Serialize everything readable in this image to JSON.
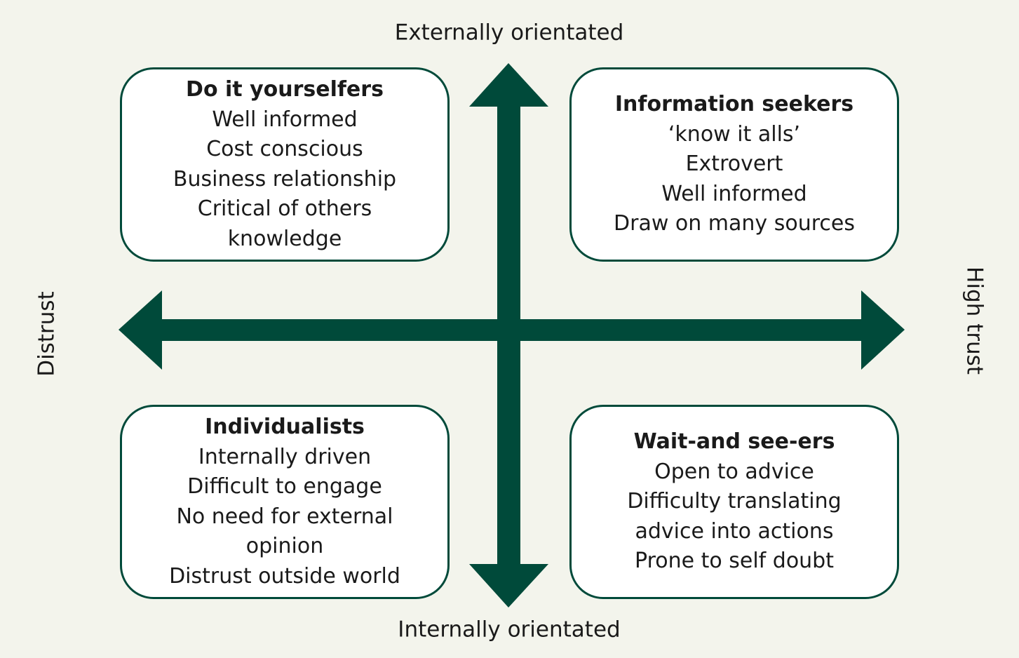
{
  "colors": {
    "background": "#f3f4ec",
    "arrow": "#004a3a",
    "box_border": "#004a3a",
    "box_fill": "#ffffff"
  },
  "axes": {
    "top": "Externally orientated",
    "bottom": "Internally orientated",
    "left": "Distrust",
    "right": "High trust"
  },
  "quadrants": {
    "top_left": {
      "title": "Do it yourselfers",
      "items": [
        "Well informed",
        "Cost conscious",
        "Business relationship",
        "Critical of others",
        "knowledge"
      ]
    },
    "top_right": {
      "title": "Information seekers",
      "items": [
        "‘know it alls’",
        "Extrovert",
        "Well informed",
        "Draw on many sources"
      ]
    },
    "bottom_left": {
      "title": "Individualists",
      "items": [
        "Internally driven",
        "Difficult to engage",
        "No need for external",
        "opinion",
        "Distrust outside world"
      ]
    },
    "bottom_right": {
      "title": "Wait-and see-ers",
      "items": [
        "Open to advice",
        "Difficulty translating",
        "advice into actions",
        "Prone to self doubt"
      ]
    }
  }
}
